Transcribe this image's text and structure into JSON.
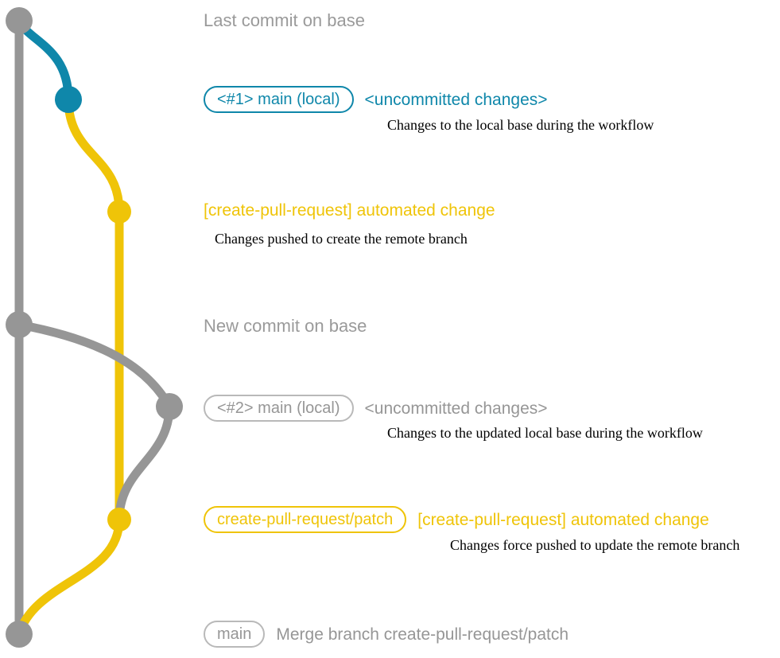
{
  "colors": {
    "base_gray": "#969696",
    "branch_blue": "#0f87aa",
    "branch_yellow": "#efc408",
    "badge_gray_border": "#b9b9b9",
    "description_text": "#000000",
    "heading_text": "#9a9a9a",
    "background": "#ffffff"
  },
  "diagram": {
    "title_row_1": {
      "heading": "Last commit on base"
    },
    "title_row_2": {
      "heading": "New commit on base"
    }
  },
  "commits": [
    {
      "id": "last-commit-on-base",
      "heading": "Last commit on base",
      "badge": null,
      "title": null,
      "description": null,
      "node_color": "#969696"
    },
    {
      "id": "local-main-1",
      "badge": "<#1> main (local)",
      "title": "<uncommitted changes>",
      "description": "Changes to the local base during the workflow",
      "node_color": "#0f87aa"
    },
    {
      "id": "automated-change-1",
      "badge": null,
      "title": "[create-pull-request] automated change",
      "description": "Changes pushed to create the remote branch",
      "node_color": "#efc408"
    },
    {
      "id": "new-commit-on-base",
      "heading": "New commit on base",
      "badge": null,
      "title": null,
      "description": null,
      "node_color": "#969696"
    },
    {
      "id": "local-main-2",
      "badge": "<#2> main (local)",
      "title": "<uncommitted changes>",
      "description": "Changes to the updated local base during the workflow",
      "node_color": "#969696"
    },
    {
      "id": "automated-change-2",
      "badge": "create-pull-request/patch",
      "title": "[create-pull-request] automated change",
      "description": "Changes force pushed to update the remote branch",
      "node_color": "#efc408"
    },
    {
      "id": "merge-commit",
      "badge": "main",
      "title": "Merge branch create-pull-request/patch",
      "description": null,
      "node_color": "#969696"
    }
  ]
}
